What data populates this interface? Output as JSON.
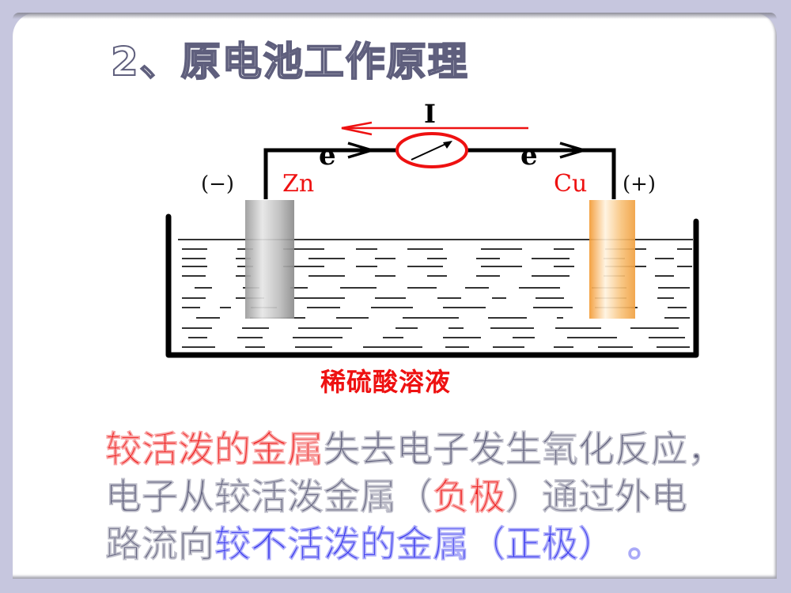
{
  "slide": {
    "title": "2、原电池工作原理",
    "colors": {
      "frame": "#c6c6de",
      "panel": "#ffffff",
      "title_text": "#5f5f7d",
      "red": "#ee1c1c",
      "blue": "#3535ee",
      "gray_text": "#62627e"
    }
  },
  "diagram": {
    "current_label": "I",
    "electron_label_left": "e",
    "electron_label_right": "e",
    "negative_sign": "(−)",
    "positive_sign": "(+)",
    "anode_label": "Zn",
    "cathode_label": "Cu",
    "solution_label": "稀硫酸溶液",
    "meter_icon": "galvanometer-icon",
    "anode_color": "#b8b8b8",
    "cathode_color": "#f5a84a"
  },
  "body": {
    "line1": [
      {
        "text": "较活泼的金属",
        "color": "red"
      },
      {
        "text": "失去电子发生氧化反应，",
        "color": "gray"
      }
    ],
    "line2": [
      {
        "text": "电子从较活泼金属（",
        "color": "gray"
      },
      {
        "text": "负极",
        "color": "red"
      },
      {
        "text": "）通过外电",
        "color": "gray"
      }
    ],
    "line3": [
      {
        "text": "路流向",
        "color": "gray"
      },
      {
        "text": "较不活泼的金属（正极）  。",
        "color": "blue"
      }
    ]
  }
}
